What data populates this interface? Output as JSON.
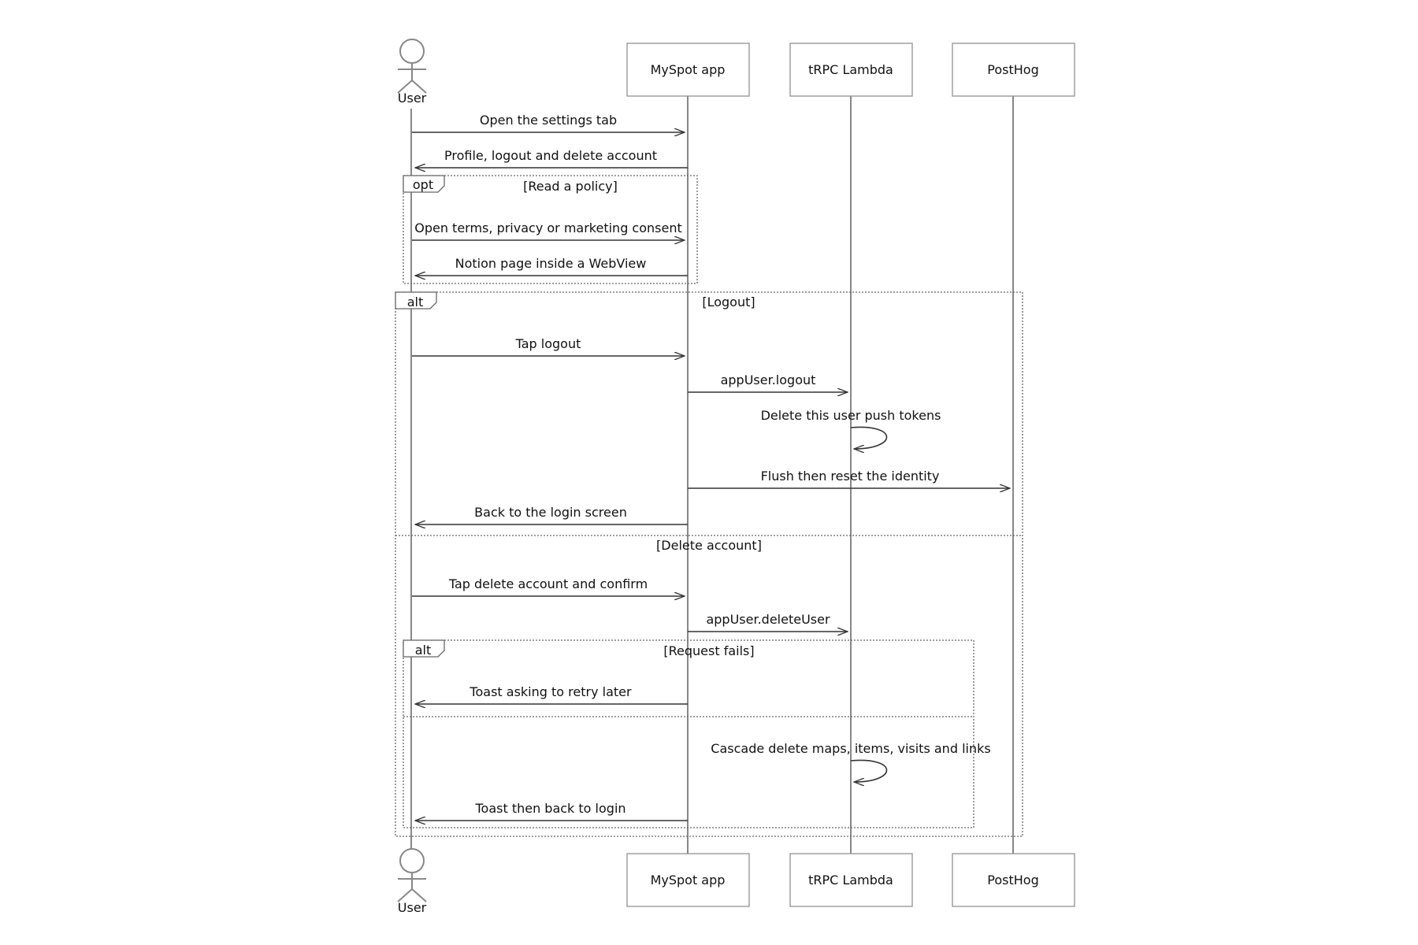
{
  "participants": {
    "user": "User",
    "app": "MySpot app",
    "lambda": "tRPC Lambda",
    "posthog": "PostHog"
  },
  "messages": [
    {
      "id": "m1",
      "text": "Open the settings tab"
    },
    {
      "id": "m2",
      "text": "Profile, logout and delete account"
    },
    {
      "id": "m3",
      "text": "Open terms, privacy or marketing consent"
    },
    {
      "id": "m4",
      "text": "Notion page inside a WebView"
    },
    {
      "id": "m5",
      "text": "Tap logout"
    },
    {
      "id": "m6",
      "text": "appUser.logout"
    },
    {
      "id": "m7",
      "text": "Delete this user push tokens"
    },
    {
      "id": "m8",
      "text": "Flush then reset the identity"
    },
    {
      "id": "m9",
      "text": "Back to the login screen"
    },
    {
      "id": "m10",
      "text": "Tap delete account and confirm"
    },
    {
      "id": "m11",
      "text": "appUser.deleteUser"
    },
    {
      "id": "m12",
      "text": "Toast asking to retry later"
    },
    {
      "id": "m13",
      "text": "Cascade delete maps, items, visits and links"
    },
    {
      "id": "m14",
      "text": "Toast then back to login"
    }
  ],
  "frames": {
    "opt": {
      "label": "opt",
      "condition": "[Read a policy]"
    },
    "alt_outer": {
      "label": "alt",
      "condition": "[Logout]",
      "else_condition": "[Delete account]"
    },
    "alt_inner": {
      "label": "alt",
      "condition": "[Request fails]"
    }
  }
}
